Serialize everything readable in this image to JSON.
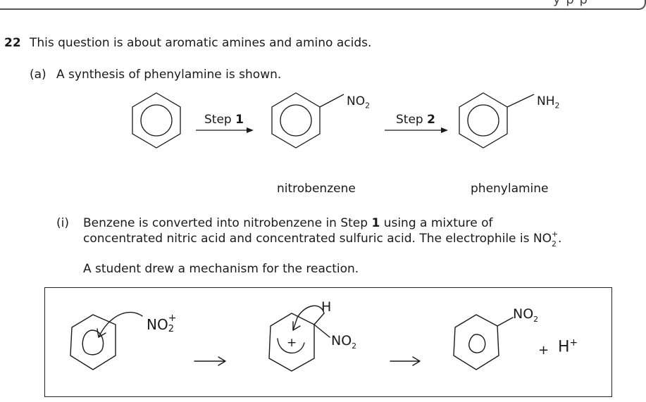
{
  "header": {
    "corner_text": "y    p p"
  },
  "question": {
    "number": "22",
    "text": "This question is about aromatic amines and amino acids."
  },
  "part_a": {
    "label": "(a)",
    "text": "A synthesis of phenylamine is shown."
  },
  "scheme": {
    "step1_prefix": "Step ",
    "step1_num": "1",
    "step2_prefix": "Step ",
    "step2_num": "2",
    "nitro_group": "NO",
    "nitro_sub": "2",
    "amine_group": "NH",
    "amine_sub": "2",
    "label_nitrobenzene": "nitrobenzene",
    "label_phenylamine": "phenylamine"
  },
  "part_i": {
    "label": "(i)",
    "line1_prefix": "Benzene is converted into nitrobenzene in Step ",
    "line1_num": "1",
    "line1_suffix": " using a mixture of",
    "line2_prefix": "concentrated nitric acid and concentrated sulfuric acid. The electrophile is NO",
    "line2_sup": "+",
    "line2_sub": "2",
    "line2_suffix": ".",
    "student_text": "A student drew a mechanism for the reaction."
  },
  "mechanism": {
    "electrophile": "NO",
    "electrophile_sub": "2",
    "electrophile_charge": "+",
    "intermediate_h": "H",
    "intermediate_no2": "NO",
    "intermediate_no2_sub": "2",
    "intermediate_charge": "+",
    "product_no2": "NO",
    "product_no2_sub": "2",
    "plus_sign": "+",
    "proton": "H",
    "proton_charge": "+"
  }
}
